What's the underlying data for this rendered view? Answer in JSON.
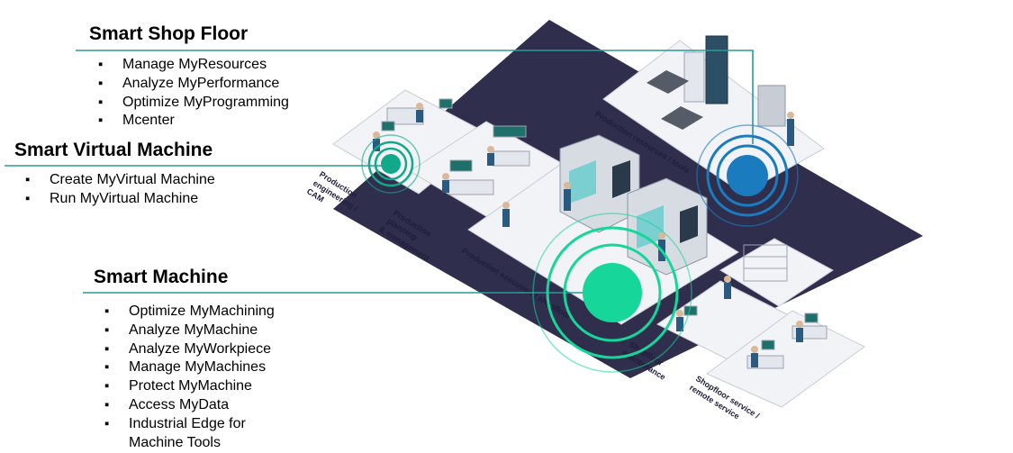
{
  "sections": {
    "shop_floor": {
      "title": "Smart Shop Floor",
      "items": [
        "Manage MyResources",
        "Analyze MyPerformance",
        "Optimize MyProgramming",
        "Mcenter"
      ]
    },
    "virtual_machine": {
      "title": "Smart Virtual Machine",
      "items": [
        "Create MyVirtual Machine",
        "Run MyVirtual Machine"
      ]
    },
    "machine": {
      "title": "Smart Machine",
      "items": [
        "Optimize MyMachining",
        "Analyze MyMachine",
        "Analyze MyWorkpiece",
        "Manage MyMachines",
        "Protect MyMachine",
        "Access MyData",
        "Industrial Edge for",
        "Machine Tools"
      ]
    }
  },
  "zones": {
    "engineering_1": "Production",
    "engineering_2": "engineering /",
    "engineering_3": "CAM",
    "planning_1": "Production",
    "planning_2": "planning",
    "planning_3": "& management",
    "resources": "Production resources / tools",
    "execution": "Production execution / shopfloor",
    "maintenance_1": "Shopfloor",
    "maintenance_2": "maintenance",
    "service_1": "Shopfloor service /",
    "service_2": "remote service"
  },
  "colors": {
    "floor": "#2f2e4d",
    "teal_line": "#2a9a9a",
    "shop_floor_accent": "#1a7bbf",
    "virtual_accent": "#12a88a",
    "machine_accent": "#16d69a"
  }
}
